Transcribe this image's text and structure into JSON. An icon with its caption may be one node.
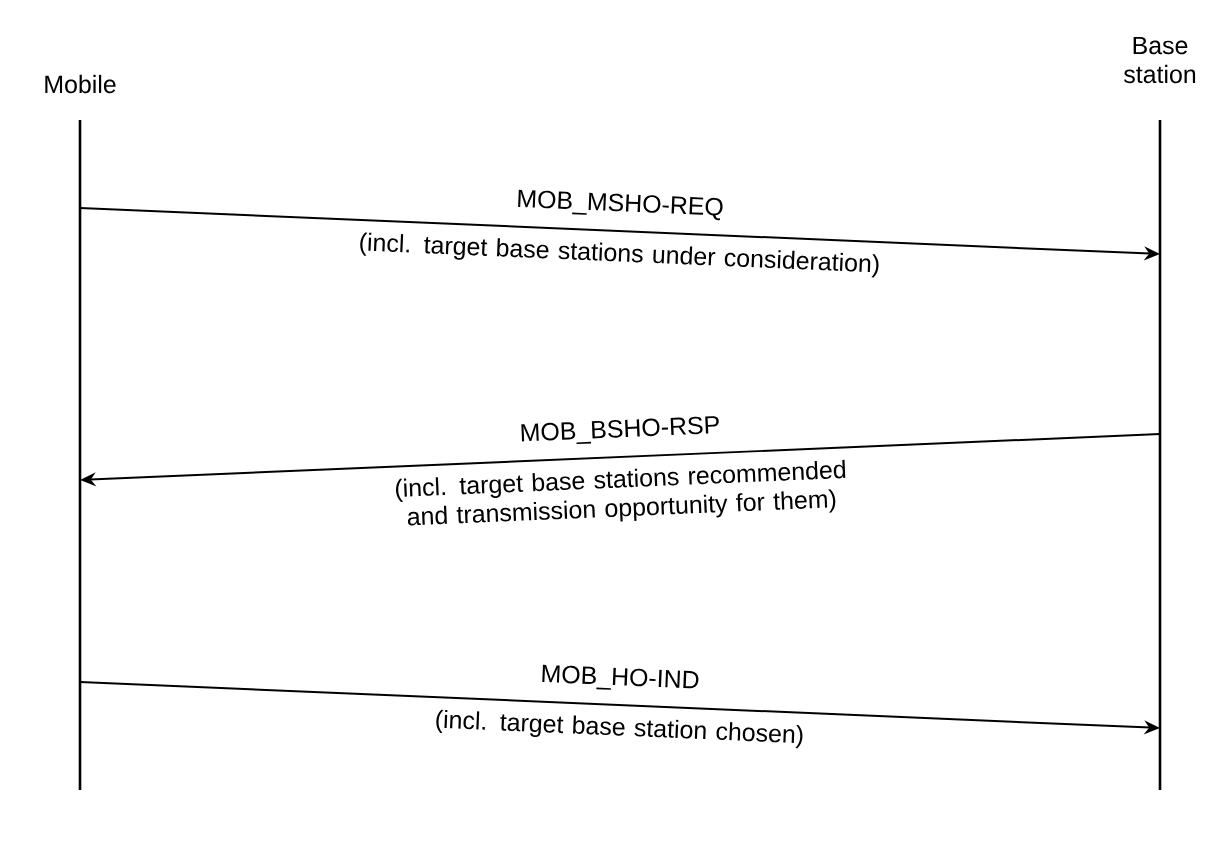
{
  "diagram": {
    "nodes": [
      {
        "text": [
          "Mobile"
        ]
      },
      {
        "text": [
          "Base station"
        ]
      }
    ],
    "edges": [
      {
        "from": 0,
        "to": 1,
        "arrow": "to",
        "label": "MOB_MSHO-REQ"
      },
      {
        "from": 1,
        "to": 0,
        "arrow": "to",
        "label": "MOB_BSHO-RSP"
      },
      {
        "from": 0,
        "to": 1,
        "arrow": "to",
        "label": "MOB_HO-IND"
      }
    ],
    "labels": [
      "(incl. target base stations under consideration)",
      "(incl. target base stations recommended and transmission opportunity for them)",
      "(incl. target base station chosen)"
    ]
  }
}
